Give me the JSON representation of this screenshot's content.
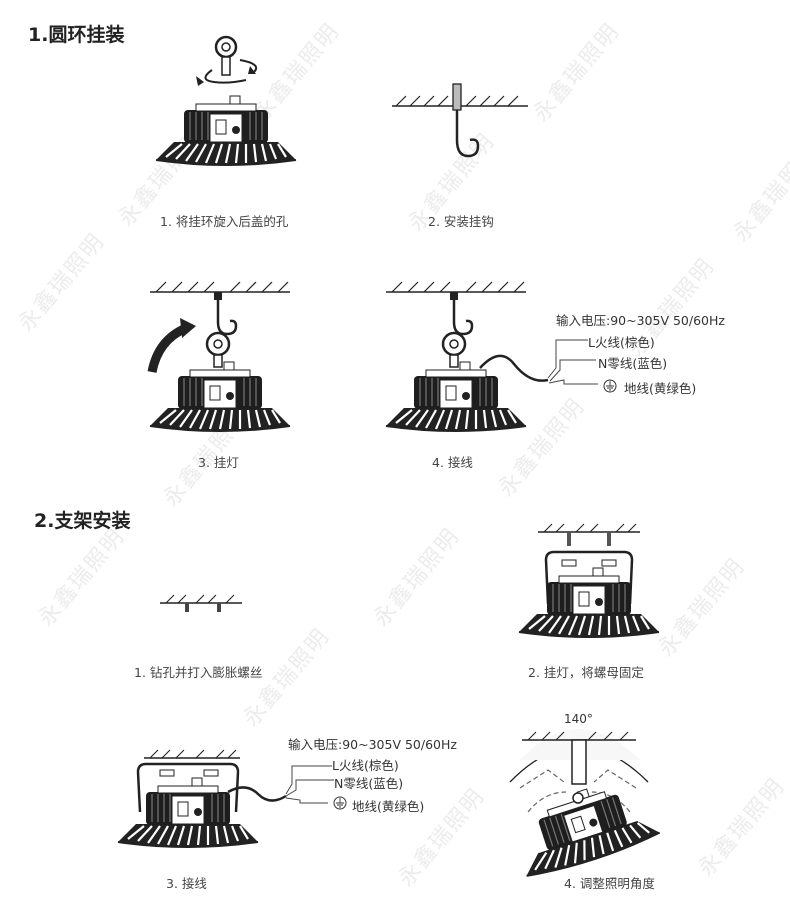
{
  "sections": [
    {
      "title": "1.圆环挂装"
    },
    {
      "title": "2.支架安装"
    }
  ],
  "ring_steps": [
    {
      "caption": "1. 将挂环旋入后盖的孔"
    },
    {
      "caption": "2. 安装挂钩"
    },
    {
      "caption": "3. 挂灯"
    },
    {
      "caption": "4. 接线"
    }
  ],
  "bracket_steps": [
    {
      "caption": "1. 钻孔并打入膨胀螺丝"
    },
    {
      "caption": "2. 挂灯，将螺母固定"
    },
    {
      "caption": "3. 接线"
    },
    {
      "caption": "4. 调整照明角度"
    }
  ],
  "wiring": {
    "voltage": "输入电压:90~305V 50/60Hz",
    "live": "L火线(棕色)",
    "neutral": "N零线(蓝色)",
    "earth": "地线(黄绿色)"
  },
  "angle_label": "140°",
  "watermark": "永鑫瑞照明"
}
